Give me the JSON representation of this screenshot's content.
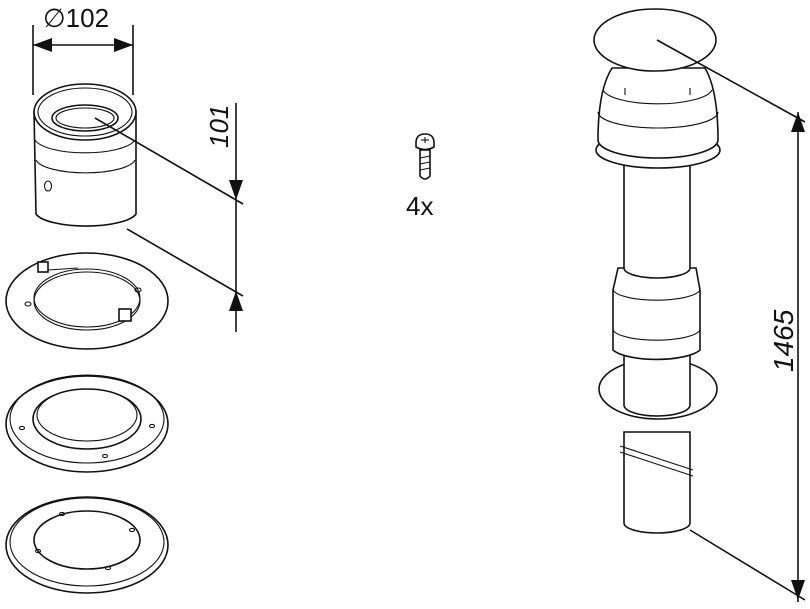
{
  "labels": {
    "adapter_diameter": "∅102",
    "adapter_height": "101",
    "screw_count": "4x",
    "terminal_length": "1465"
  }
}
